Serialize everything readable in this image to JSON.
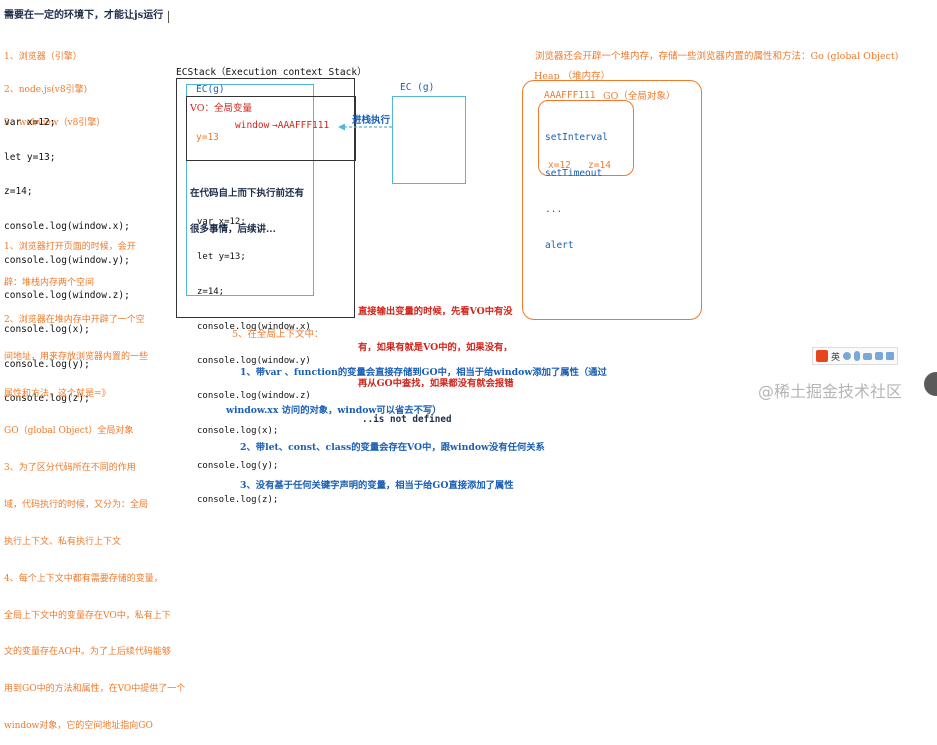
{
  "title": "需要在一定的环境下，才能让js运行",
  "environments": [
    "1、浏览器（引擎）",
    "2、node.js(v8引擎)",
    "3、webview（v8引擎）"
  ],
  "global_code": [
    "var x=12;",
    "let y=13;",
    "z=14;",
    "console.log(window.x);",
    "console.log(window.y);",
    "console.log(window.z);",
    "console.log(x);",
    "console.log(y);",
    "console.log(z);"
  ],
  "left_notes": [
    "1、浏览器打开页面的时候，会开",
    "辟：堆栈内存两个空间",
    "2、浏览器在堆内存中开辟了一个空",
    "间地址，用来存放浏览器内置的一些",
    "属性和方法，这个就是=》",
    "GO（global Object）全局对象",
    "3、为了区分代码所在不同的作用",
    "域，代码执行的时候，又分为：全局",
    "执行上下文、私有执行上下文",
    "4、每个上下文中都有需要存储的变量，",
    "全局上下文中的变量存在VO中，私有上下",
    "文的变量存在AO中。为了上后续代码能够",
    "用到GO中的方法和属性，在VO中提供了一个",
    "window对象，它的空间地址指向GO"
  ],
  "ecstack": {
    "label": "ECStack（Execution context Stack）",
    "ec_label": "EC(g)",
    "vo_title": "VO：全局变量",
    "window_text": "window",
    "arrow_text": "→AAAFFF111",
    "y_text": "y=13",
    "exec_note": [
      "在代码自上而下执行前还有",
      "很多事情，后续讲..."
    ],
    "code": [
      "var x=12;",
      "let y=13;",
      "z=14;",
      "console.log(window.x)",
      "console.log(window.y)",
      "console.log(window.z)",
      "console.log(x);",
      "console.log(y);",
      "console.log(z);"
    ]
  },
  "push_label": "进栈执行",
  "ec_g_right": "EC (g)",
  "heap_note": "浏览器还会开辟一个堆内存，存储一些浏览器内置的属性和方法：Go (global Object)",
  "heap": {
    "label": "Heap （堆内存）",
    "address": "AAAFFF111",
    "go_label": "GO（全局对象）",
    "items": [
      "setInterval",
      "setTimeout",
      "...",
      "alert"
    ],
    "vars": "x=12   z=14"
  },
  "direct_note": [
    "直接输出变量的时候，先看VO中有没",
    "有，如果有就是VO中的，如果没有，",
    "再从GO中查找，如果都没有就会报错",
    "..is not defined"
  ],
  "bottom_notes": {
    "header": "5、在全局上下文中：",
    "items": [
      "1、带var 、function的变量会直接存储到GO中，相当于给window添加了属性（通过",
      "window.xx 访问的对象，window可以省去不写）",
      "2、带let、const、class的变量会存在VO中，跟window没有任何关系",
      "3、没有基于任何关键字声明的变量，相当于给GO直接添加了属性"
    ]
  },
  "watermark": "@稀土掘金技术社区",
  "toolbar": {
    "label": "英"
  },
  "colors": {
    "orange": "#f07a2a",
    "red": "#d0261c",
    "blue": "#1a5fb4",
    "cyan": "#4fb9d6"
  }
}
